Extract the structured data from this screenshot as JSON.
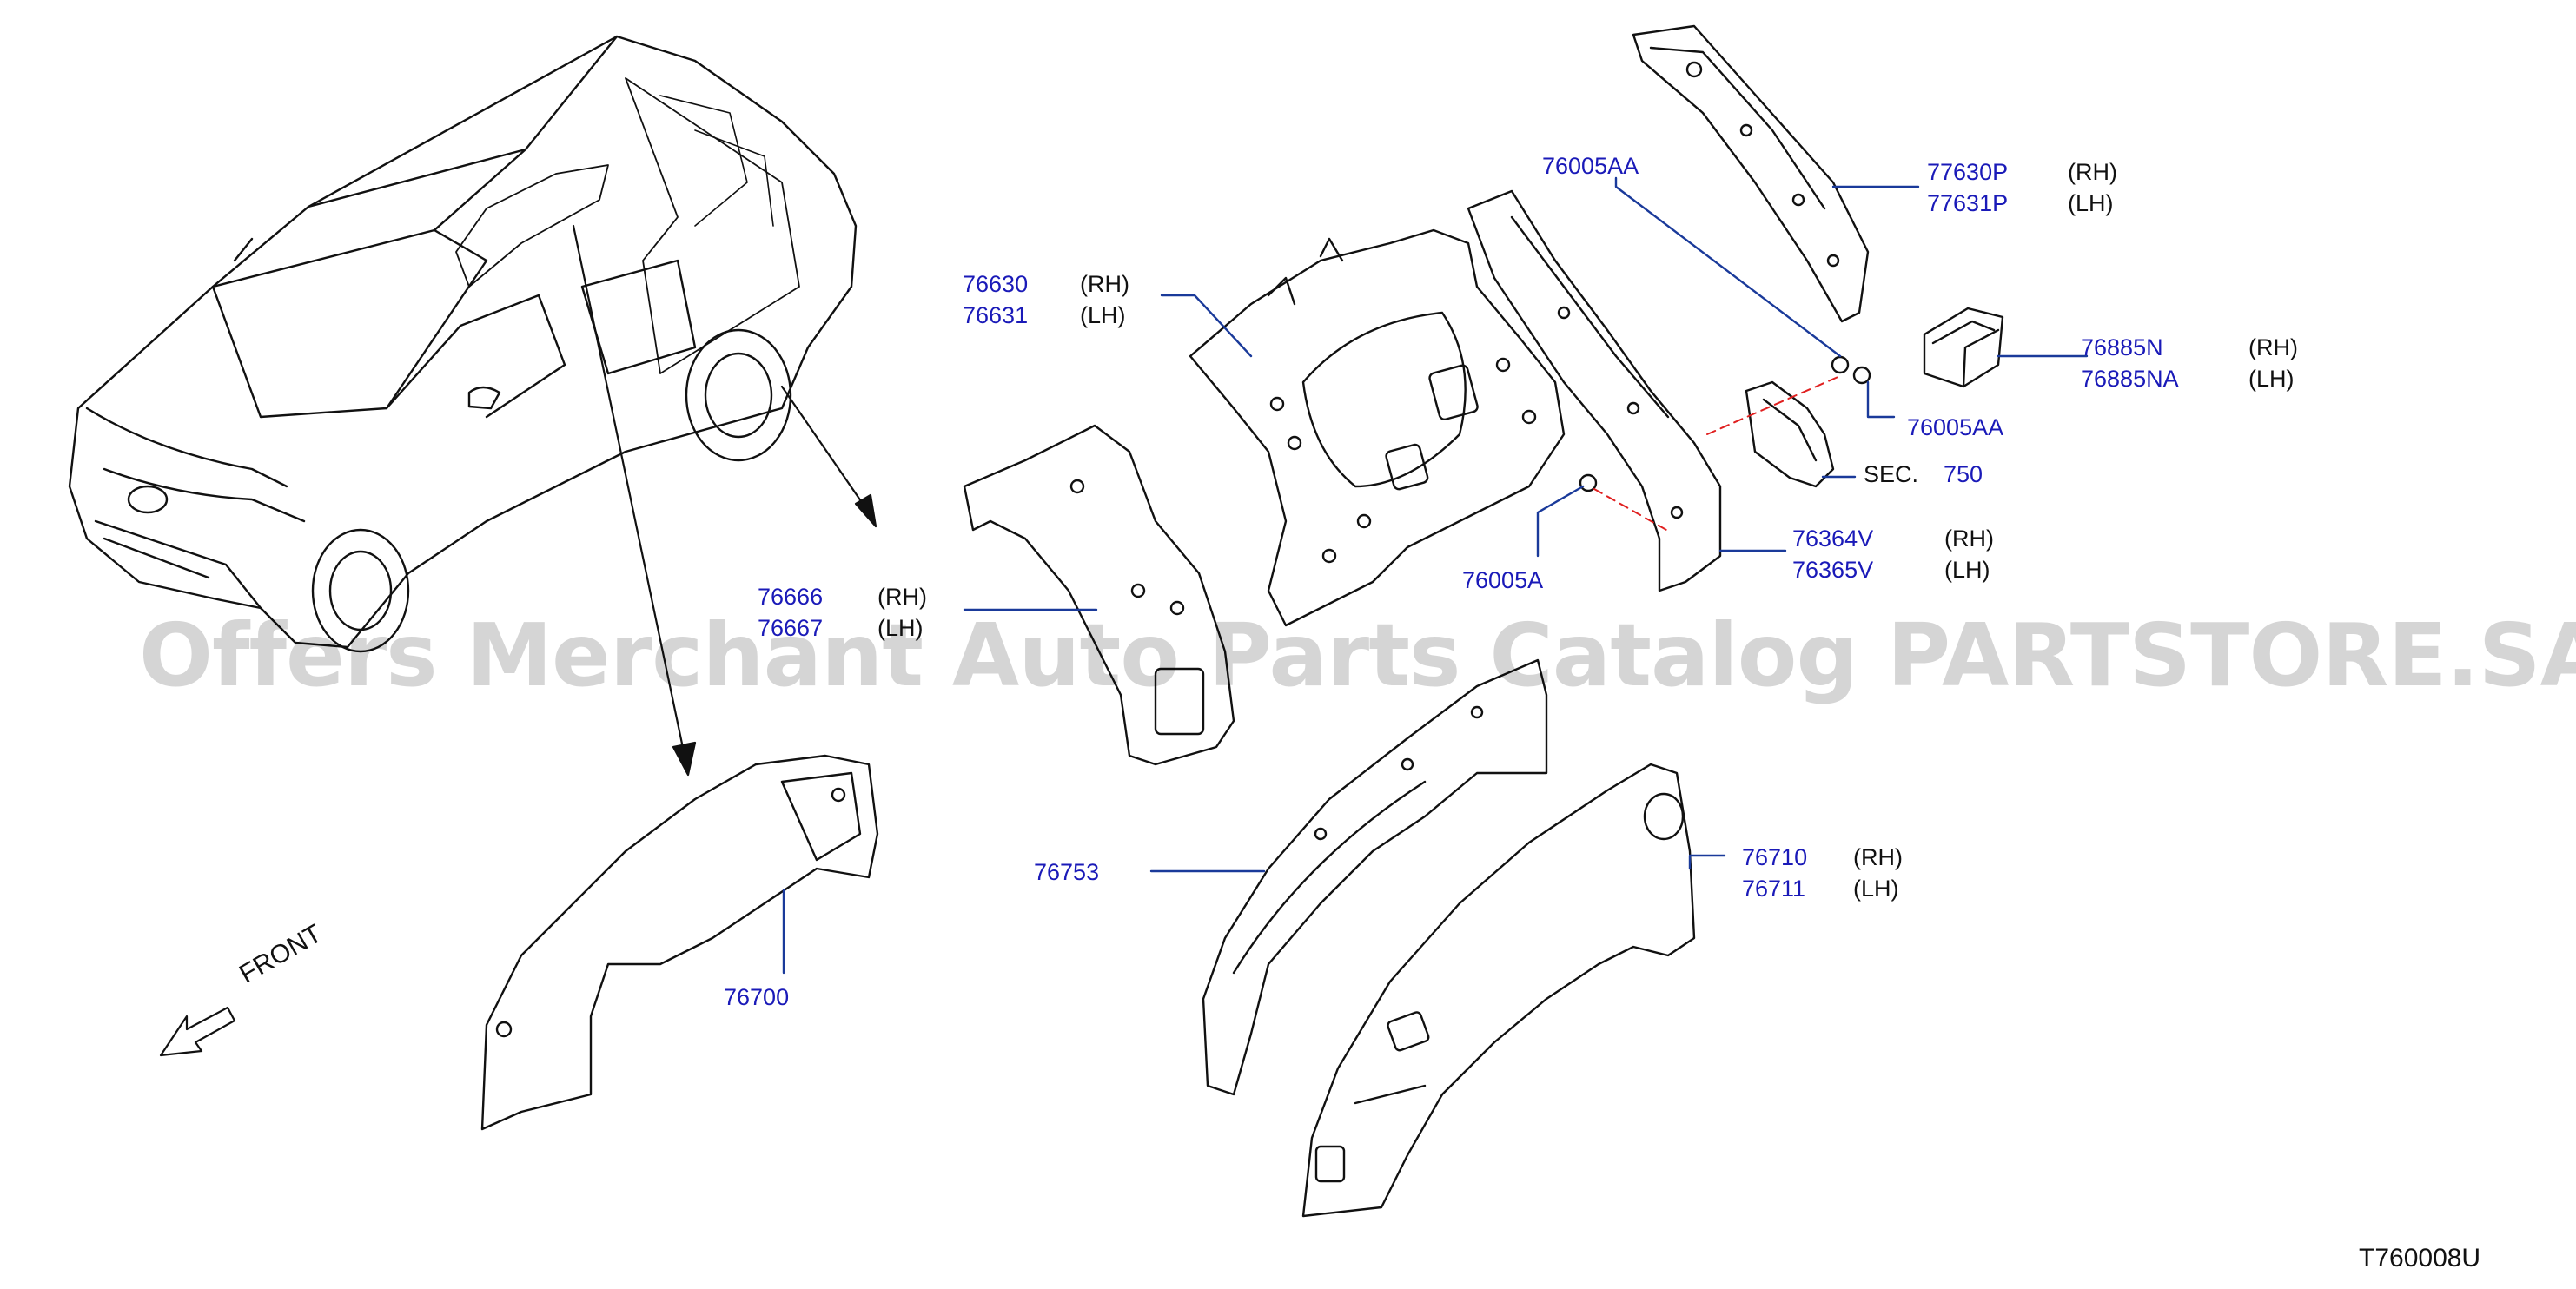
{
  "watermark": "Offers Merchant Auto Parts Catalog PARTSTORE.SA",
  "front_label": "FRONT",
  "diagram_code": "T760008U",
  "parts": {
    "p77630P": {
      "number": "77630P",
      "side": "(RH)"
    },
    "p77631P": {
      "number": "77631P",
      "side": "(LH)"
    },
    "p76005AA_top": {
      "number": "76005AA"
    },
    "p76630": {
      "number": "76630",
      "side": "(RH)"
    },
    "p76631": {
      "number": "76631",
      "side": "(LH)"
    },
    "p76885N": {
      "number": "76885N",
      "side": "(RH)"
    },
    "p76885NA": {
      "number": "76885NA",
      "side": "(LH)"
    },
    "p76005AA_mid": {
      "number": "76005AA"
    },
    "sec": {
      "label": "SEC.",
      "number": "750"
    },
    "p76364V": {
      "number": "76364V",
      "side": "(RH)"
    },
    "p76365V": {
      "number": "76365V",
      "side": "(LH)"
    },
    "p76005A": {
      "number": "76005A"
    },
    "p76666": {
      "number": "76666",
      "side": "(RH)"
    },
    "p76667": {
      "number": "76667",
      "side": "(LH)"
    },
    "p76753": {
      "number": "76753"
    },
    "p76710": {
      "number": "76710",
      "side": "(RH)"
    },
    "p76711": {
      "number": "76711",
      "side": "(LH)"
    },
    "p76700": {
      "number": "76700"
    }
  },
  "colors": {
    "part_number": "#1a1ab8",
    "leader": "#1a3a9a",
    "dashed": "#e02020",
    "line": "#111111"
  }
}
